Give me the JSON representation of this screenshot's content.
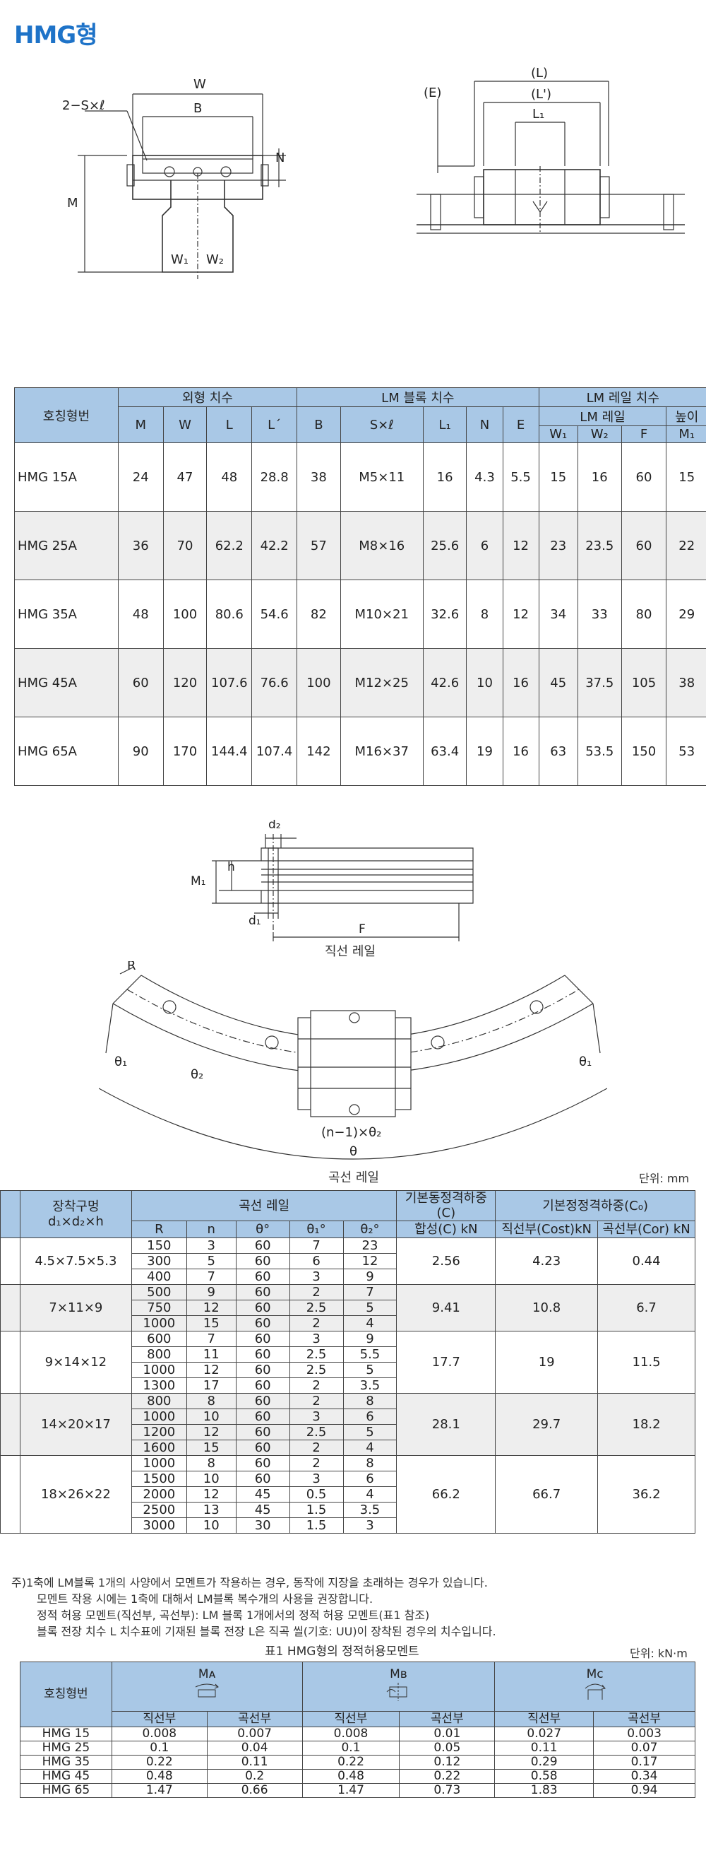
{
  "page": {
    "title": "HMG형"
  },
  "drawing1": {
    "labels": {
      "W": "W",
      "B": "B",
      "S": "2−S×ℓ",
      "N": "N",
      "M": "M",
      "W1": "W₁",
      "W2": "W₂"
    }
  },
  "drawing2": {
    "labels": {
      "L": "(L)",
      "Lp": "(L')",
      "E": "(E)",
      "L1": "L₁"
    }
  },
  "table1": {
    "header": {
      "name": "호칭형번",
      "outer": "외형 치수",
      "block": "LM 블록 치수",
      "rail": "LM 레일 치수",
      "rail_sub": "LM 레일",
      "height": "높이",
      "cols": [
        "M",
        "W",
        "L",
        "L´",
        "B",
        "S×ℓ",
        "L₁",
        "N",
        "E",
        "W₁",
        "W₂",
        "F",
        "M₁"
      ]
    },
    "rows": [
      [
        "HMG 15A",
        "24",
        "47",
        "48",
        "28.8",
        "38",
        "M5×11",
        "16",
        "4.3",
        "5.5",
        "15",
        "16",
        "60",
        "15"
      ],
      [
        "HMG 25A",
        "36",
        "70",
        "62.2",
        "42.2",
        "57",
        "M8×16",
        "25.6",
        "6",
        "12",
        "23",
        "23.5",
        "60",
        "22"
      ],
      [
        "HMG 35A",
        "48",
        "100",
        "80.6",
        "54.6",
        "82",
        "M10×21",
        "32.6",
        "8",
        "12",
        "34",
        "33",
        "80",
        "29"
      ],
      [
        "HMG 45A",
        "60",
        "120",
        "107.6",
        "76.6",
        "100",
        "M12×25",
        "42.6",
        "10",
        "16",
        "45",
        "37.5",
        "105",
        "38"
      ],
      [
        "HMG 65A",
        "90",
        "170",
        "144.4",
        "107.4",
        "142",
        "M16×37",
        "63.4",
        "19",
        "16",
        "63",
        "53.5",
        "150",
        "53"
      ]
    ]
  },
  "drawing3": {
    "labels": {
      "d2": "d₂",
      "h": "h",
      "M1": "M₁",
      "d1": "d₁",
      "F": "F"
    },
    "caption": "직선 레일"
  },
  "drawing4": {
    "labels": {
      "R": "R",
      "t1a": "θ₁",
      "t2": "θ₂",
      "t1b": "θ₁",
      "nt": "(n−1)×θ₂",
      "t": "θ"
    },
    "caption": "곡선 레일",
    "unit": "단위: mm"
  },
  "table2": {
    "header": {
      "mount": "장착구멍",
      "mount_sub": "d₁×d₂×h",
      "curve": "곡선 레일",
      "cols": [
        "R",
        "n",
        "θ°",
        "θ₁°",
        "θ₂°"
      ],
      "dyn": "기본동정격하중(C)",
      "dyn_sub": "합성(C) kN",
      "stat": "기본정정격하중(C₀)",
      "stat_a": "직선부(Cost)kN",
      "stat_b": "곡선부(Cor) kN"
    },
    "groups": [
      {
        "mount": "4.5×7.5×5.3",
        "C": "2.56",
        "Cost": "4.23",
        "Cor": "0.44",
        "rows": [
          [
            "150",
            "3",
            "60",
            "7",
            "23"
          ],
          [
            "300",
            "5",
            "60",
            "6",
            "12"
          ],
          [
            "400",
            "7",
            "60",
            "3",
            "9"
          ]
        ]
      },
      {
        "mount": "7×11×9",
        "C": "9.41",
        "Cost": "10.8",
        "Cor": "6.7",
        "rows": [
          [
            "500",
            "9",
            "60",
            "2",
            "7"
          ],
          [
            "750",
            "12",
            "60",
            "2.5",
            "5"
          ],
          [
            "1000",
            "15",
            "60",
            "2",
            "4"
          ]
        ]
      },
      {
        "mount": "9×14×12",
        "C": "17.7",
        "Cost": "19",
        "Cor": "11.5",
        "rows": [
          [
            "600",
            "7",
            "60",
            "3",
            "9"
          ],
          [
            "800",
            "11",
            "60",
            "2.5",
            "5.5"
          ],
          [
            "1000",
            "12",
            "60",
            "2.5",
            "5"
          ],
          [
            "1300",
            "17",
            "60",
            "2",
            "3.5"
          ]
        ]
      },
      {
        "mount": "14×20×17",
        "C": "28.1",
        "Cost": "29.7",
        "Cor": "18.2",
        "rows": [
          [
            "800",
            "8",
            "60",
            "2",
            "8"
          ],
          [
            "1000",
            "10",
            "60",
            "3",
            "6"
          ],
          [
            "1200",
            "12",
            "60",
            "2.5",
            "5"
          ],
          [
            "1600",
            "15",
            "60",
            "2",
            "4"
          ]
        ]
      },
      {
        "mount": "18×26×22",
        "C": "66.2",
        "Cost": "66.7",
        "Cor": "36.2",
        "rows": [
          [
            "1000",
            "8",
            "60",
            "2",
            "8"
          ],
          [
            "1500",
            "10",
            "60",
            "3",
            "6"
          ],
          [
            "2000",
            "12",
            "45",
            "0.5",
            "4"
          ],
          [
            "2500",
            "13",
            "45",
            "1.5",
            "3.5"
          ],
          [
            "3000",
            "10",
            "30",
            "1.5",
            "3"
          ]
        ]
      }
    ]
  },
  "notes": [
    "주)1축에 LM블록 1개의 사양에서 모멘트가 작용하는 경우, 동작에 지장을 초래하는 경우가 있습니다.",
    "모멘트 작용 시에는 1축에 대해서 LM블록 복수개의 사용을 권장합니다.",
    "정적 허용 모멘트(직선부, 곡선부): LM 블록 1개에서의 정적 허용 모멘트(표1 참조)",
    "블록 전장 치수 L   치수표에 기재된 블록 전장 L은 직곡 씰(기호: UU)이 장착된 경우의 치수입니다."
  ],
  "table3": {
    "caption": "표1   HMG형의 정적허용모멘트",
    "unit": "단위: kN·m",
    "header": {
      "name": "호칭형번",
      "MA": "Mᴀ",
      "MB": "Mʙ",
      "MC": "Mᴄ",
      "straight": "직선부",
      "curved": "곡선부"
    },
    "rows": [
      [
        "HMG 15",
        "0.008",
        "0.007",
        "0.008",
        "0.01",
        "0.027",
        "0.003"
      ],
      [
        "HMG 25",
        "0.1",
        "0.04",
        "0.1",
        "0.05",
        "0.11",
        "0.07"
      ],
      [
        "HMG 35",
        "0.22",
        "0.11",
        "0.22",
        "0.12",
        "0.29",
        "0.17"
      ],
      [
        "HMG 45",
        "0.48",
        "0.2",
        "0.48",
        "0.22",
        "0.58",
        "0.34"
      ],
      [
        "HMG 65",
        "1.47",
        "0.66",
        "1.47",
        "0.73",
        "1.83",
        "0.94"
      ]
    ]
  }
}
